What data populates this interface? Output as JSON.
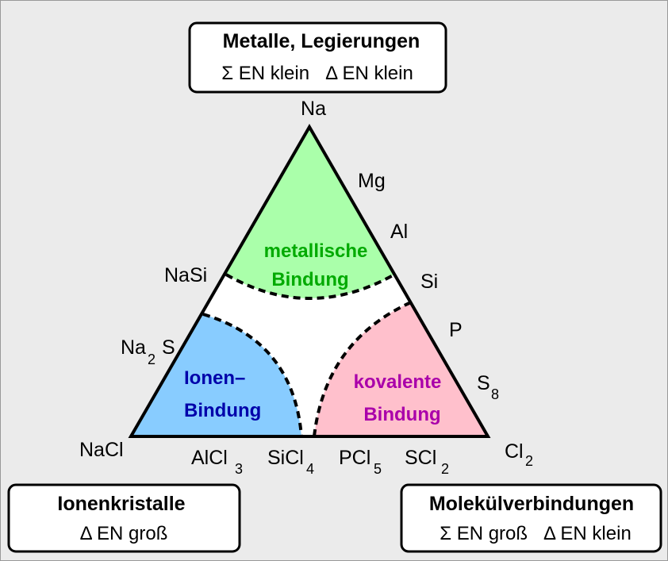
{
  "boxes": {
    "top": {
      "title": "Metalle, Legierungen",
      "line": "Σ EN klein   Δ EN klein"
    },
    "left": {
      "title": "Ionenkristalle",
      "line": "Δ EN groß"
    },
    "right": {
      "title": "Molekülverbindungen",
      "line": "Σ EN groß   Δ EN klein"
    }
  },
  "regions": {
    "metallic": {
      "line1": "metallische",
      "line2": "Bindung",
      "fill": "#aaffaa",
      "text_color": "#00aa00"
    },
    "ionic": {
      "line1": "Ionen–",
      "line2": "Bindung",
      "fill": "#88ccff",
      "text_color": "#0000aa"
    },
    "covalent": {
      "line1": "kovalente",
      "line2": "Bindung",
      "fill": "#ffc0cc",
      "text_color": "#aa00aa"
    }
  },
  "vertices": {
    "top": "Na",
    "left": "NaCl",
    "right": {
      "base": "Cl",
      "sub": "2"
    }
  },
  "right_edge": [
    {
      "base": "Mg",
      "sub": ""
    },
    {
      "base": "Al",
      "sub": ""
    },
    {
      "base": "Si",
      "sub": ""
    },
    {
      "base": "P",
      "sub": ""
    },
    {
      "base": "S",
      "sub": "8"
    }
  ],
  "left_edge": [
    {
      "base": "NaSi",
      "sub": ""
    },
    {
      "base": "Na",
      "sub": "2",
      "after": "S"
    }
  ],
  "bottom_edge": [
    {
      "base": "AlCl",
      "sub": "3"
    },
    {
      "base": "SiCl",
      "sub": "4"
    },
    {
      "base": "PCl",
      "sub": "5"
    },
    {
      "base": "SCl",
      "sub": "2"
    }
  ]
}
